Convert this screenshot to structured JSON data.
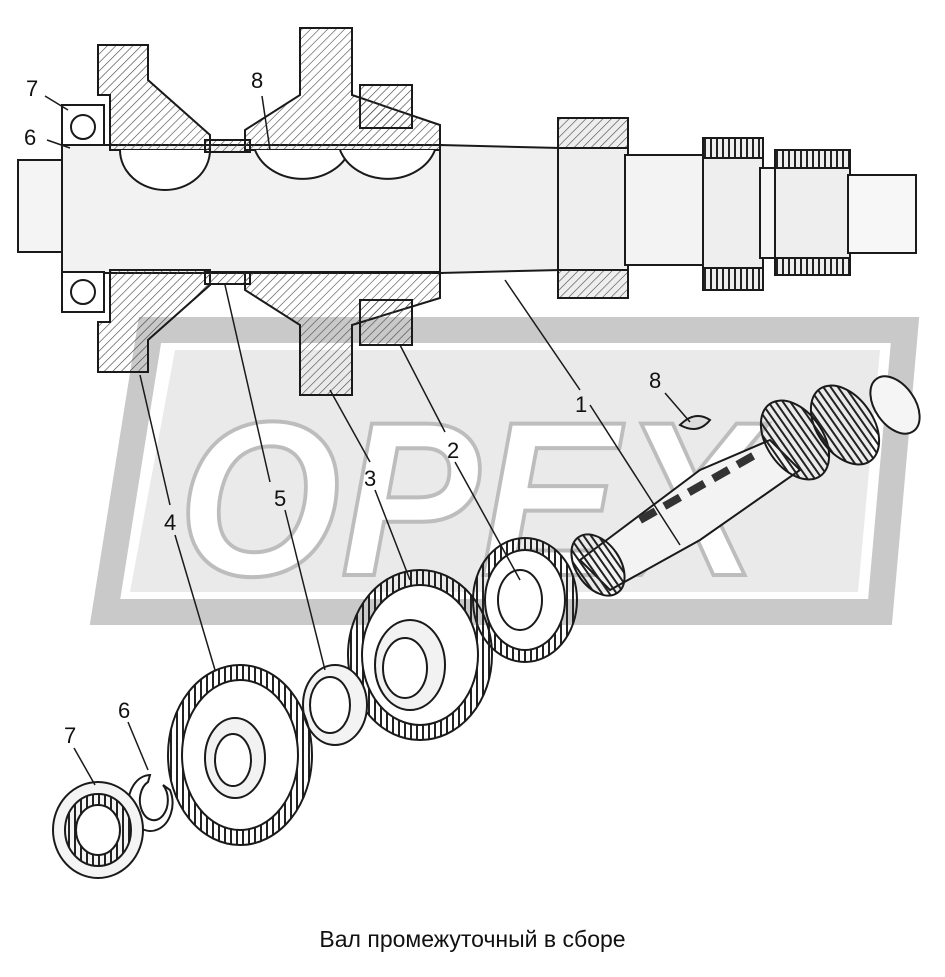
{
  "watermark": {
    "text": "OPEX"
  },
  "callouts": {
    "shaft": "1",
    "gear_2": "2",
    "gear_3": "3",
    "gear_4": "4",
    "spacer_5": "5",
    "ring_6_top": "6",
    "ring_6_bottom": "6",
    "bearing_7_top": "7",
    "bearing_7_bottom": "7",
    "key_8_section": "8",
    "key_8_exploded": "8"
  },
  "caption": "Вал промежуточный в сборе",
  "colors": {
    "line": "#1a1a1a",
    "hatch": "#555555",
    "watermark": "#c4c4c4"
  }
}
